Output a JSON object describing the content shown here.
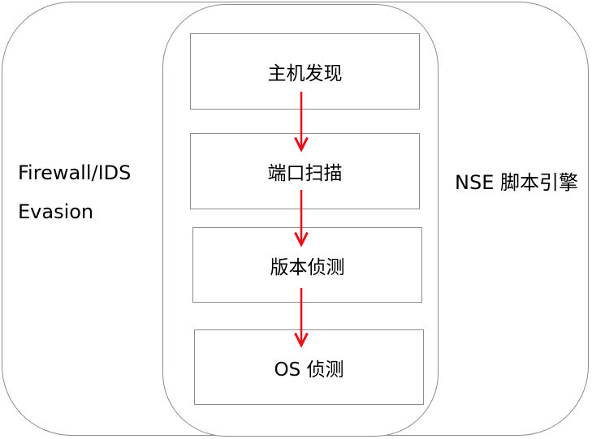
{
  "diagram": {
    "steps": [
      {
        "label": "主机发现"
      },
      {
        "label": "端口扫描"
      },
      {
        "label": "版本侦测"
      },
      {
        "label": "OS 侦测"
      }
    ],
    "left_label": {
      "line1": "Firewall/IDS",
      "line2": "Evasion"
    },
    "right_label": "NSE 脚本引擎",
    "colors": {
      "arrow": "#e8111a",
      "border": "#8c8c8c",
      "text": "#000000",
      "background": "#ffffff"
    }
  }
}
